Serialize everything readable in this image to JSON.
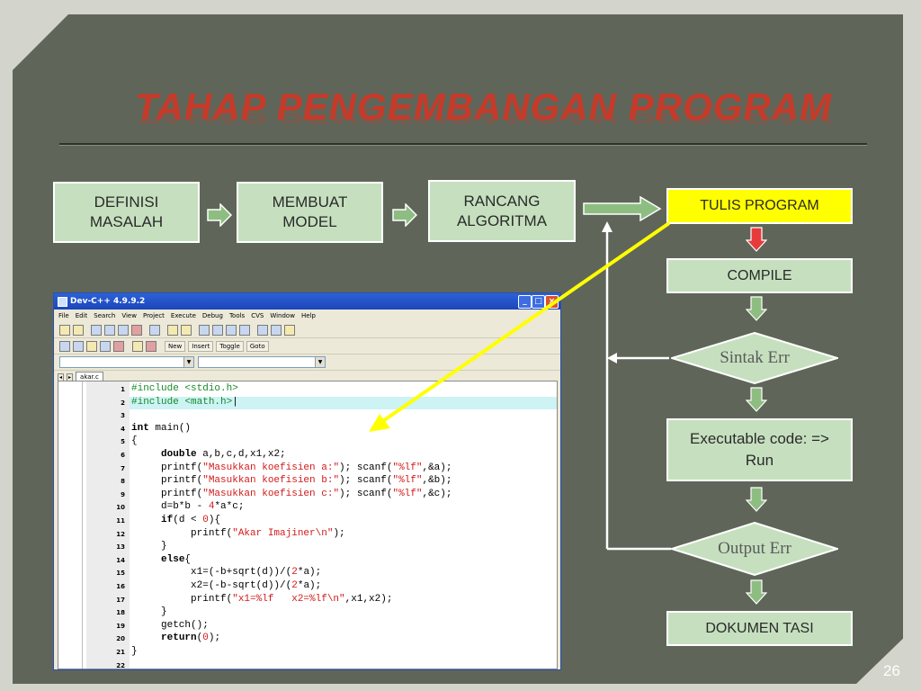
{
  "slide": {
    "title": "TAHAP PENGEMBANGAN PROGRAM",
    "page_number": "26",
    "colors": {
      "background": "#5f6659",
      "title": "#c63a2a",
      "box_fill": "#c6e0bf",
      "highlight_box": "#ffff00",
      "yellow_line": "#ffff00",
      "arrow_green": "#8ebd82",
      "arrow_red": "#e83a3a"
    }
  },
  "flow": {
    "top": [
      {
        "label": "DEFINISI MASALAH"
      },
      {
        "label": "MEMBUAT MODEL"
      },
      {
        "label": "RANCANG ALGORITMA"
      }
    ],
    "right": {
      "tulis": "TULIS PROGRAM",
      "compile": "COMPILE",
      "sintak_err": "Sintak Err",
      "executable": "Executable code: => Run",
      "output_err": "Output Err",
      "dokumentasi": "DOKUMEN TASI"
    }
  },
  "ide": {
    "title": "Dev-C++ 4.9.9.2",
    "menu": [
      "File",
      "Edit",
      "Search",
      "View",
      "Project",
      "Execute",
      "Debug",
      "Tools",
      "CVS",
      "Window",
      "Help"
    ],
    "toolbar_buttons": [
      "New",
      "Insert",
      "Toggle",
      "Goto"
    ],
    "tab": "akar.c",
    "lines": [
      {
        "n": "1",
        "html": "<span class=\"pre\">#include &lt;stdio.h&gt;</span>",
        "hl": false
      },
      {
        "n": "2",
        "html": "<span class=\"pre\">#include &lt;math.h&gt;</span>|",
        "hl": true
      },
      {
        "n": "3",
        "html": "",
        "hl": false
      },
      {
        "n": "4",
        "html": "<span class=\"kw\">int</span> main()",
        "hl": false
      },
      {
        "n": "5",
        "html": "{",
        "hl": false
      },
      {
        "n": "6",
        "html": "     <span class=\"kw\">double</span> a,b,c,d,x1,x2;",
        "hl": false
      },
      {
        "n": "7",
        "html": "     printf(<span class=\"str\">\"Masukkan koefisien a:\"</span>); scanf(<span class=\"str\">\"%lf\"</span>,&amp;a);",
        "hl": false
      },
      {
        "n": "8",
        "html": "     printf(<span class=\"str\">\"Masukkan koefisien b:\"</span>); scanf(<span class=\"str\">\"%lf\"</span>,&amp;b);",
        "hl": false
      },
      {
        "n": "9",
        "html": "     printf(<span class=\"str\">\"Masukkan koefisien c:\"</span>); scanf(<span class=\"str\">\"%lf\"</span>,&amp;c);",
        "hl": false
      },
      {
        "n": "10",
        "html": "     d=b*b - <span class=\"num\">4</span>*a*c;",
        "hl": false
      },
      {
        "n": "11",
        "html": "     <span class=\"kw\">if</span>(d &lt; <span class=\"num\">0</span>){",
        "hl": false
      },
      {
        "n": "12",
        "html": "          printf(<span class=\"str\">\"Akar Imajiner\\n\"</span>);",
        "hl": false
      },
      {
        "n": "13",
        "html": "     }",
        "hl": false
      },
      {
        "n": "14",
        "html": "     <span class=\"kw\">else</span>{",
        "hl": false
      },
      {
        "n": "15",
        "html": "          x1=(-b+sqrt(d))/(<span class=\"num\">2</span>*a);",
        "hl": false
      },
      {
        "n": "16",
        "html": "          x2=(-b-sqrt(d))/(<span class=\"num\">2</span>*a);",
        "hl": false
      },
      {
        "n": "17",
        "html": "          printf(<span class=\"str\">\"x1=%lf   x2=%lf\\n\"</span>,x1,x2);",
        "hl": false
      },
      {
        "n": "18",
        "html": "     }",
        "hl": false
      },
      {
        "n": "19",
        "html": "     getch();",
        "hl": false
      },
      {
        "n": "20",
        "html": "     <span class=\"kw\">return</span>(<span class=\"num\">0</span>);",
        "hl": false
      },
      {
        "n": "21",
        "html": "}",
        "hl": false
      },
      {
        "n": "22",
        "html": "",
        "hl": false
      }
    ]
  }
}
